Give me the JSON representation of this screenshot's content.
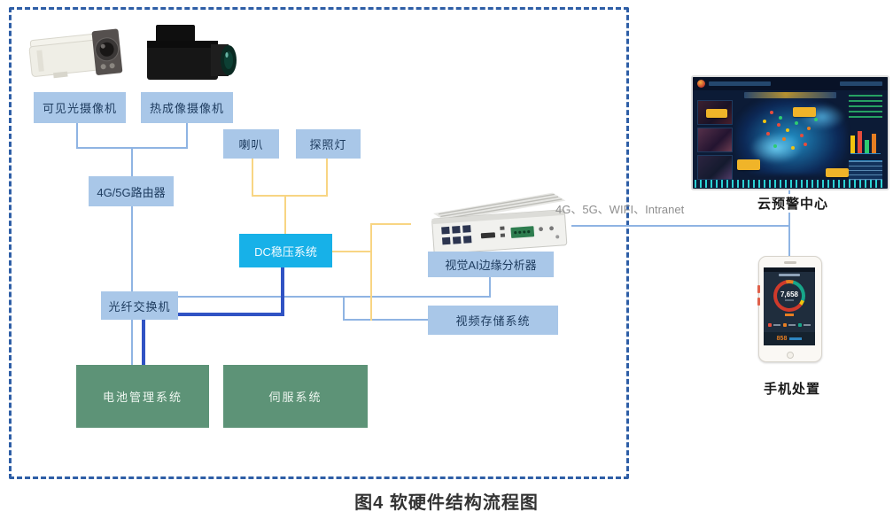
{
  "figure": {
    "caption": "图4 软硬件结构流程图"
  },
  "nodes": {
    "visible_camera": "可见光摄像机",
    "thermal_camera": "热成像摄像机",
    "speaker": "喇叭",
    "searchlight": "探照灯",
    "router_4g5g": "4G/5G路由器",
    "dc_regulator": "DC稳压系统",
    "fiber_switch": "光纤交换机",
    "ai_edge_analyzer": "视觉AI边缘分析器",
    "video_storage": "视频存储系统",
    "battery_mgmt": "电池管理系统",
    "servo_system": "伺服系统",
    "cloud_center": "云预警中心",
    "phone_handling": "手机处置"
  },
  "labels": {
    "network_link": "4G、5G、WIFI、Intranet"
  },
  "phone_screen": {
    "gauge_value": "7,658",
    "bottom_value": "858"
  },
  "colors": {
    "boundary_dash": "#2e5ea6",
    "node_fill": "#a9c7e8",
    "node_text": "#1d3b5e",
    "dc_fill": "#17b1e8",
    "green_fill": "#5d9377",
    "line_blue": "#8fb4e3",
    "line_yellow": "#f8d583",
    "line_dark_blue": "#3053c4"
  }
}
